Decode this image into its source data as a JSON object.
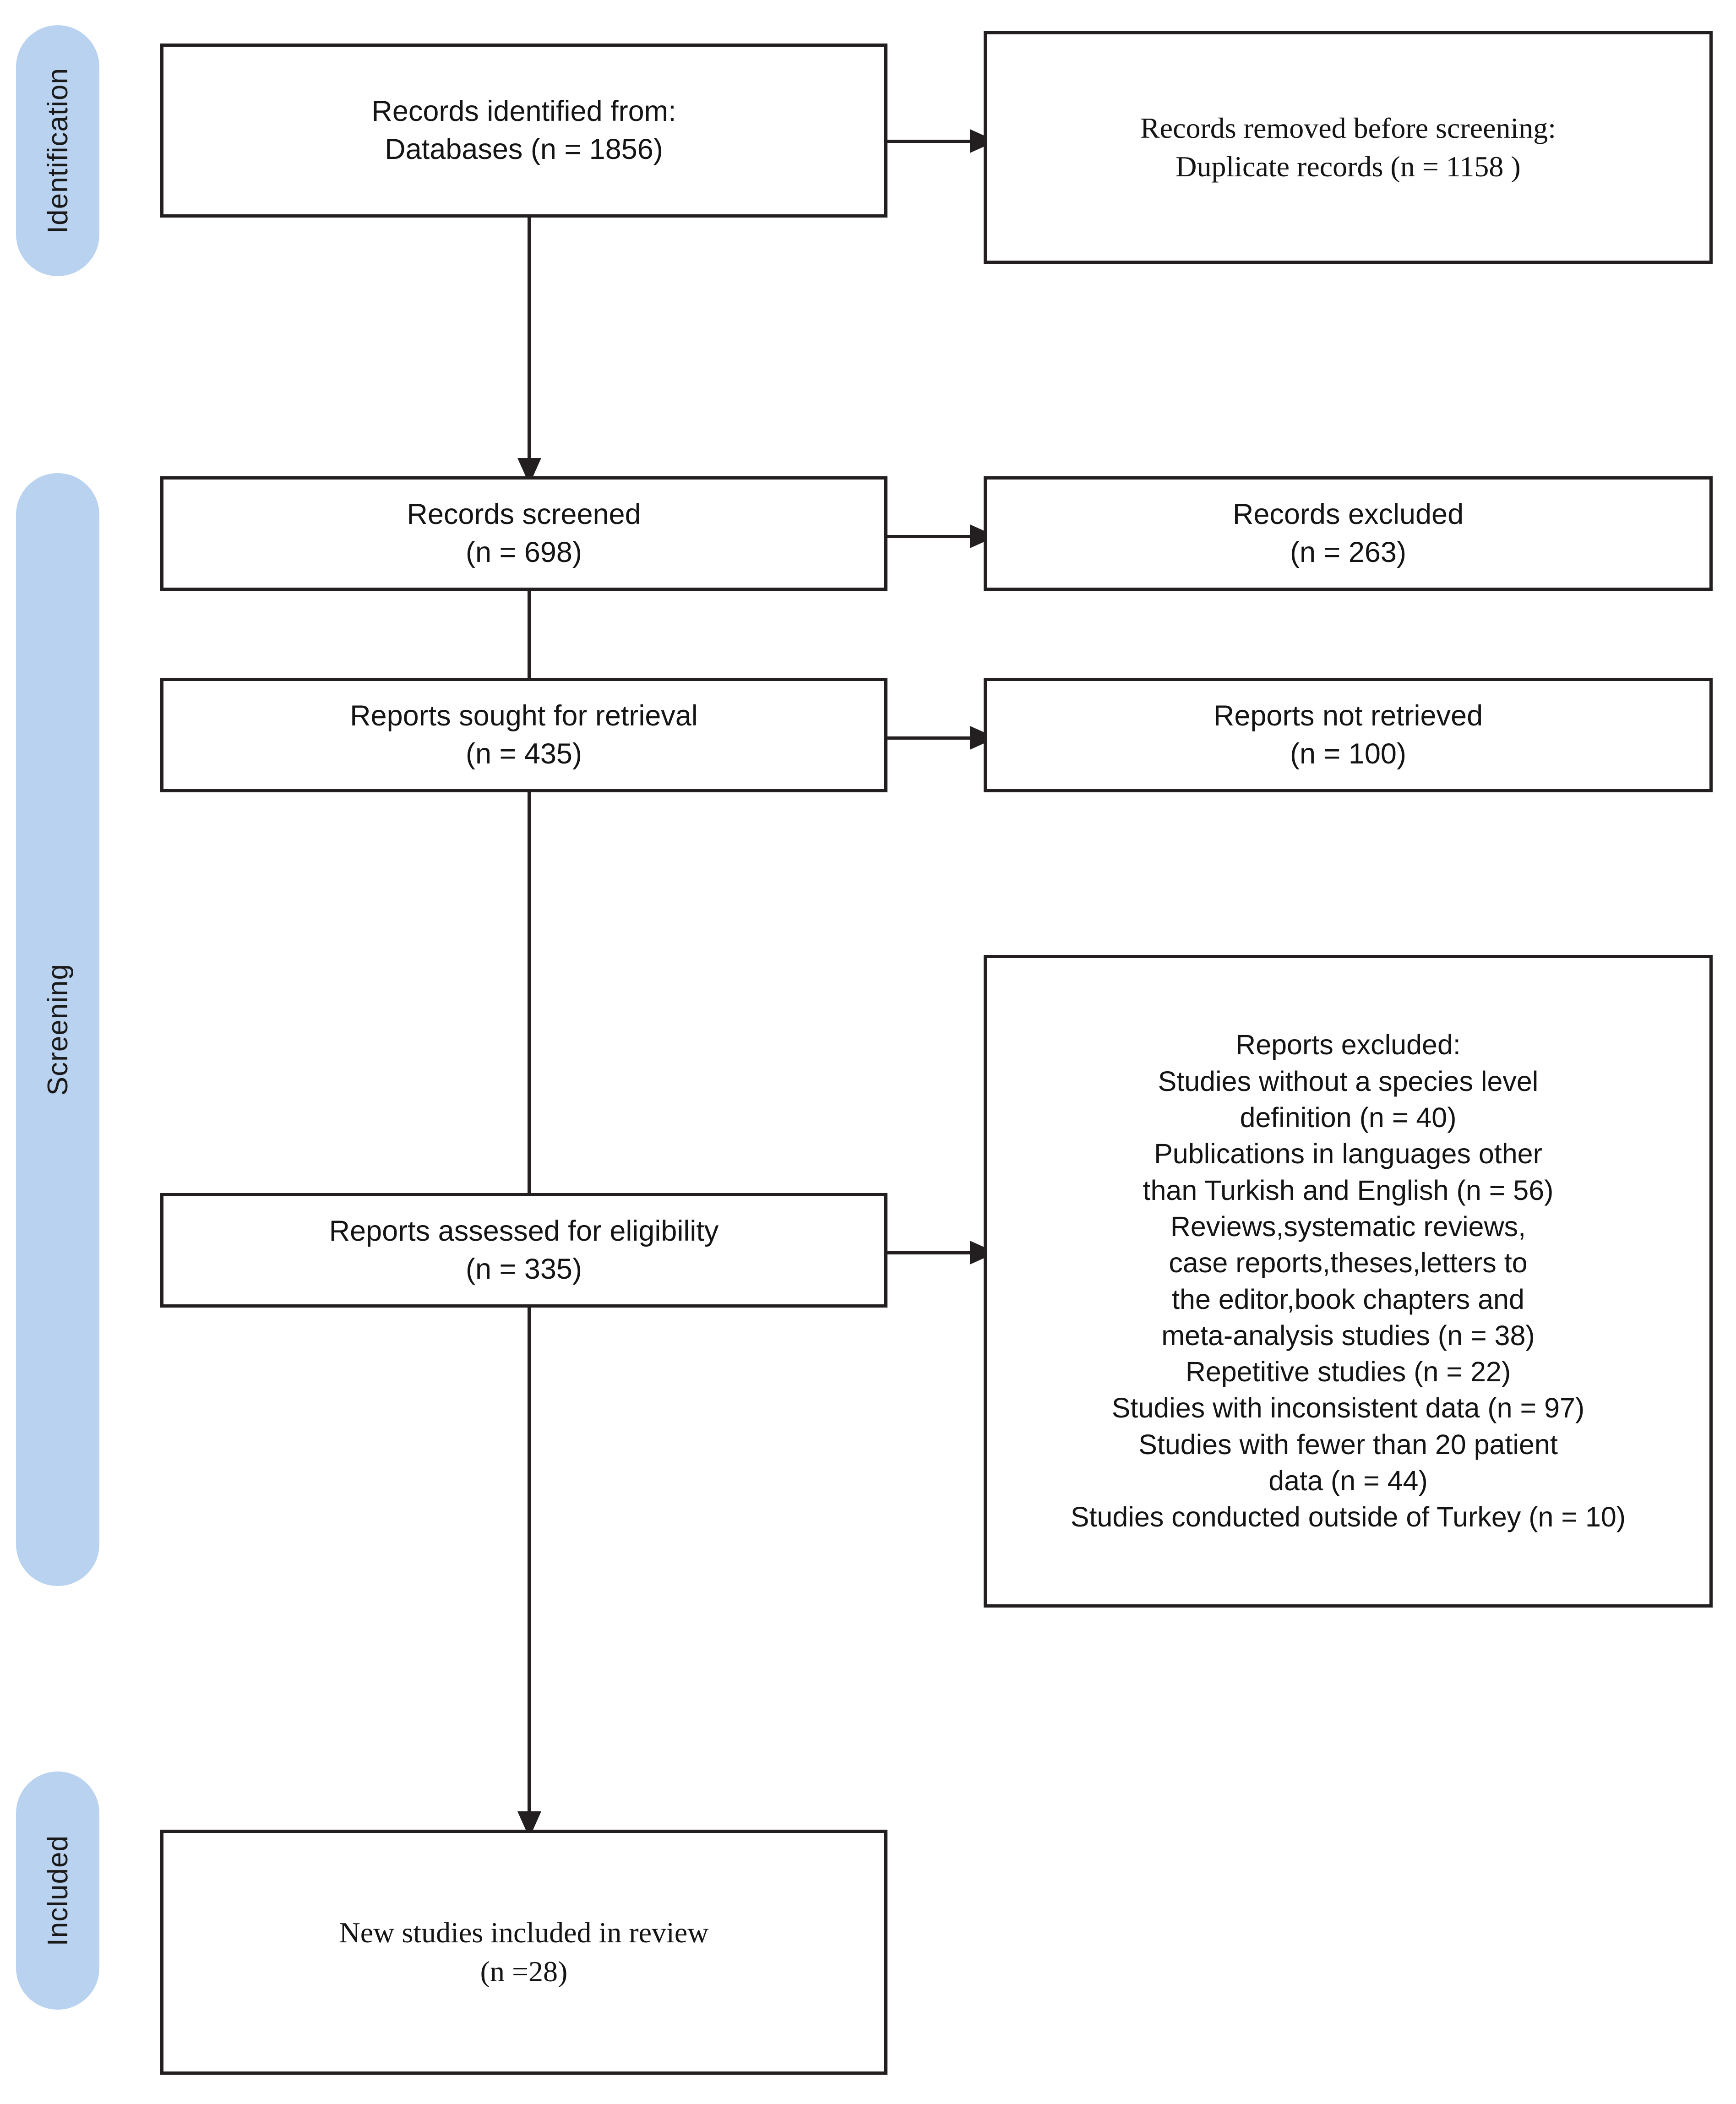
{
  "diagram": {
    "title": "PRISMA 2020 flow diagram",
    "accent_color": "#b9d2ef",
    "line_color": "#231f20",
    "box_background": "#ffffff"
  },
  "stages": [
    {
      "id": "identification",
      "label": "Identification"
    },
    {
      "id": "screening",
      "label": "Screening"
    },
    {
      "id": "included",
      "label": "Included"
    }
  ],
  "boxes": {
    "records_identified": {
      "name": "records-identified",
      "text": "Records identified from:\nDatabases (n =  1856)"
    },
    "records_removed": {
      "name": "records-removed-before-screening",
      "text": "Records removed before screening:\nDuplicate records (n = 1158 )"
    },
    "records_screened": {
      "name": "records-screened",
      "text": "Records screened\n(n = 698)"
    },
    "records_excluded": {
      "name": "records-excluded",
      "text": "Records excluded\n(n = 263)"
    },
    "reports_sought": {
      "name": "reports-sought-for-retrieval",
      "text": "Reports sought for retrieval\n(n = 435)"
    },
    "reports_not_retrieved": {
      "name": "reports-not-retrieved",
      "text": "Reports not retrieved\n(n = 100)"
    },
    "reports_assessed": {
      "name": "reports-assessed-for-eligibility",
      "text": "Reports assessed for eligibility\n(n = 335)"
    },
    "reports_excluded": {
      "name": "reports-excluded",
      "text": "Reports excluded:\nStudies without a species level\ndefinition (n = 40)\nPublications in languages other\nthan Turkish and English (n = 56)\nReviews,systematic reviews,\ncase reports,theses,letters to\nthe editor,book chapters and\nmeta-analysis studies (n = 38)\nRepetitive studies (n = 22)\nStudies with inconsistent data (n = 97)\nStudies with fewer than 20 patient\ndata (n = 44)\nStudies conducted outside of Turkey (n = 10)"
    },
    "new_studies_included": {
      "name": "new-studies-included-in-review",
      "text": "New studies included in review\n(n =28)"
    }
  },
  "flow_data": {
    "identified_databases": 1856,
    "duplicates_removed": 1158,
    "screened": 698,
    "screened_excluded": 263,
    "sought_for_retrieval": 435,
    "not_retrieved": 100,
    "assessed_for_eligibility": 335,
    "included": 28,
    "exclusion_reasons": [
      {
        "reason": "Studies without a species level definition",
        "n": 40
      },
      {
        "reason": "Publications in languages other than Turkish and English",
        "n": 56
      },
      {
        "reason": "Reviews,systematic reviews, case reports,theses,letters to the editor,book chapters and meta-analysis studies",
        "n": 38
      },
      {
        "reason": "Repetitive studies",
        "n": 22
      },
      {
        "reason": "Studies with inconsistent data",
        "n": 97
      },
      {
        "reason": "Studies with fewer than 20 patient data",
        "n": 44
      },
      {
        "reason": "Studies conducted outside of Turkey",
        "n": 10
      }
    ]
  }
}
